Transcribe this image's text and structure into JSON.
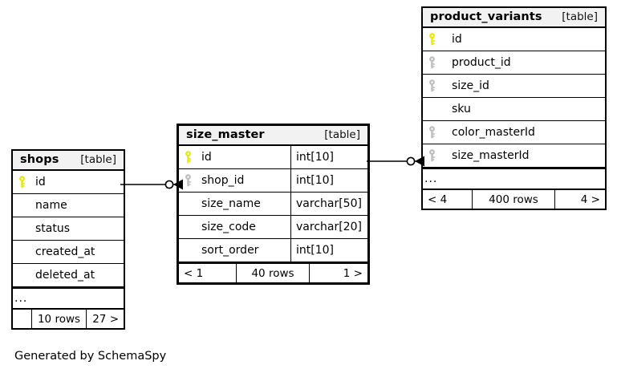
{
  "diagram": {
    "generator_caption": "Generated by SchemaSpy",
    "kind_label": "[table]",
    "ellipsis": "...",
    "colors": {
      "primary_key": "#E8E800",
      "foreign_key": "#BDBDBD",
      "header_bg": "#F2F2F2",
      "border": "#000000",
      "background": "#FFFFFF"
    }
  },
  "tables": {
    "shops": {
      "name": "shops",
      "kind": "[table]",
      "columns": [
        {
          "name": "id",
          "key": "primary",
          "type": ""
        },
        {
          "name": "name",
          "key": "none",
          "type": ""
        },
        {
          "name": "status",
          "key": "none",
          "type": ""
        },
        {
          "name": "created_at",
          "key": "none",
          "type": ""
        },
        {
          "name": "deleted_at",
          "key": "none",
          "type": ""
        }
      ],
      "has_more": true,
      "footer": {
        "prev": "",
        "rows": "10 rows",
        "next": "27 >"
      }
    },
    "size_master": {
      "name": "size_master",
      "kind": "[table]",
      "columns": [
        {
          "name": "id",
          "key": "primary",
          "type": "int[10]"
        },
        {
          "name": "shop_id",
          "key": "foreign",
          "type": "int[10]"
        },
        {
          "name": "size_name",
          "key": "none",
          "type": "varchar[50]"
        },
        {
          "name": "size_code",
          "key": "none",
          "type": "varchar[20]"
        },
        {
          "name": "sort_order",
          "key": "none",
          "type": "int[10]"
        }
      ],
      "has_more": false,
      "footer": {
        "prev": "< 1",
        "rows": "40 rows",
        "next": "1 >"
      }
    },
    "product_variants": {
      "name": "product_variants",
      "kind": "[table]",
      "columns": [
        {
          "name": "id",
          "key": "primary",
          "type": ""
        },
        {
          "name": "product_id",
          "key": "foreign",
          "type": ""
        },
        {
          "name": "size_id",
          "key": "foreign",
          "type": ""
        },
        {
          "name": "sku",
          "key": "none",
          "type": ""
        },
        {
          "name": "color_masterId",
          "key": "foreign",
          "type": ""
        },
        {
          "name": "size_masterId",
          "key": "foreign",
          "type": ""
        }
      ],
      "has_more": true,
      "footer": {
        "prev": "< 4",
        "rows": "400 rows",
        "next": "4 >"
      }
    }
  },
  "relationships": [
    {
      "from_table": "shops",
      "from_column": "id",
      "to_table": "size_master",
      "to_column": "shop_id",
      "cardinality": "one-to-many"
    },
    {
      "from_table": "size_master",
      "from_column": "id",
      "to_table": "product_variants",
      "to_column": "size_masterId",
      "cardinality": "one-to-many"
    }
  ]
}
